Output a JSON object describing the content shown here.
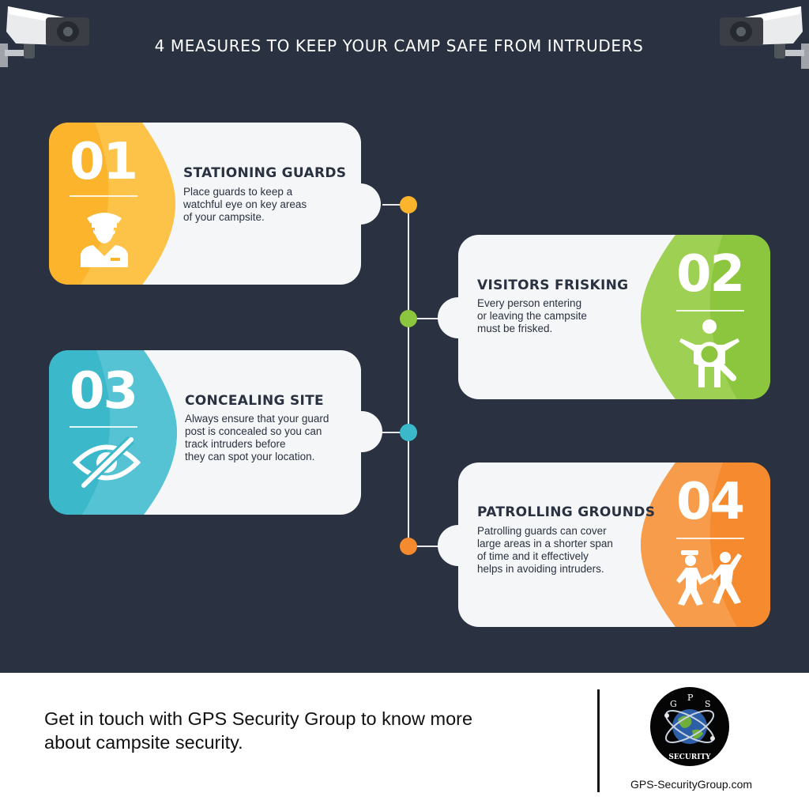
{
  "title": "4 MEASURES TO KEEP YOUR CAMP SAFE FROM INTRUDERS",
  "colors": {
    "background": "#2a3140",
    "card": "#f4f6f7",
    "yellow": "#fbb42b",
    "green": "#8cc63f",
    "blue": "#3cb8cb",
    "orange": "#f58a2e",
    "connector": "#e8e8e8"
  },
  "measures": [
    {
      "number": "01",
      "heading": "STATIONING GUARDS",
      "lines": [
        "Place guards to keep a",
        "watchful eye on key areas",
        "of your campsite."
      ],
      "icon": "guard-icon",
      "color": "#fbb42b"
    },
    {
      "number": "02",
      "heading": "VISITORS FRISKING",
      "lines": [
        "Every person entering",
        "or leaving the campsite",
        "must be frisked."
      ],
      "icon": "frisk-search-icon",
      "color": "#8cc63f"
    },
    {
      "number": "03",
      "heading": "CONCEALING SITE",
      "lines": [
        "Always ensure that your guard",
        "post is concealed so you can",
        "track intruders before",
        "they can spot your location."
      ],
      "icon": "eye-hidden-icon",
      "color": "#3cb8cb"
    },
    {
      "number": "04",
      "heading": "PATROLLING GROUNDS",
      "lines": [
        "Patrolling guards can cover",
        "large areas in a shorter span",
        "of time and it effectively",
        "helps in avoiding intruders."
      ],
      "icon": "chase-icon",
      "color": "#f58a2e"
    }
  ],
  "footer": {
    "lines": [
      "Get in touch with GPS Security Group to know more",
      "about campsite security."
    ],
    "logo_letters": [
      "G",
      "P",
      "S"
    ],
    "logo_word": "SECURITY",
    "url": "GPS-SecurityGroup.com"
  },
  "icons": {
    "left_camera": "security-camera-icon",
    "right_camera": "security-camera-icon",
    "logo": "gps-security-globe-logo"
  }
}
